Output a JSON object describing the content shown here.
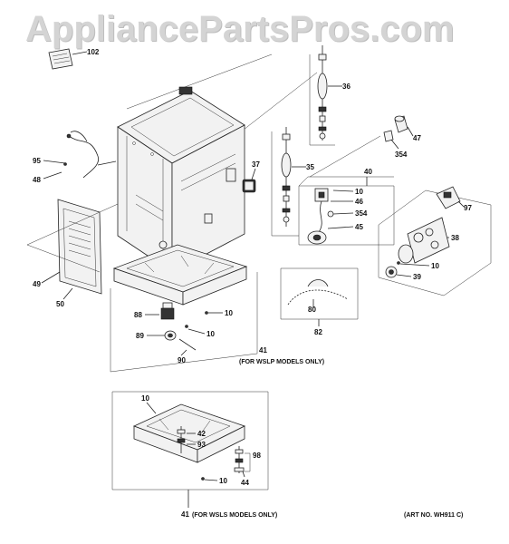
{
  "watermark": "AppliancePartsPros.com",
  "art_number": "(ART NO. WH911 C)",
  "notes": {
    "wslp": "(FOR WSLP MODELS ONLY)",
    "wsls": "(FOR WSLS MODELS ONLY)"
  },
  "callouts": {
    "c102": "102",
    "c36": "36",
    "c47": "47",
    "c354a": "354",
    "c95": "95",
    "c48": "48",
    "c37": "37",
    "c35": "35",
    "c40": "40",
    "c10a": "10",
    "c46": "46",
    "c354b": "354",
    "c45": "45",
    "c97": "97",
    "c38": "38",
    "c10b": "10",
    "c39": "39",
    "c49": "49",
    "c50": "50",
    "c88": "88",
    "c10c": "10",
    "c89": "89",
    "c10d": "10",
    "c90": "90",
    "c41a": "41",
    "c80": "80",
    "c82": "82",
    "c10e": "10",
    "c42": "42",
    "c93": "93",
    "c98": "98",
    "c44": "44",
    "c10f": "10",
    "c41b": "41"
  }
}
